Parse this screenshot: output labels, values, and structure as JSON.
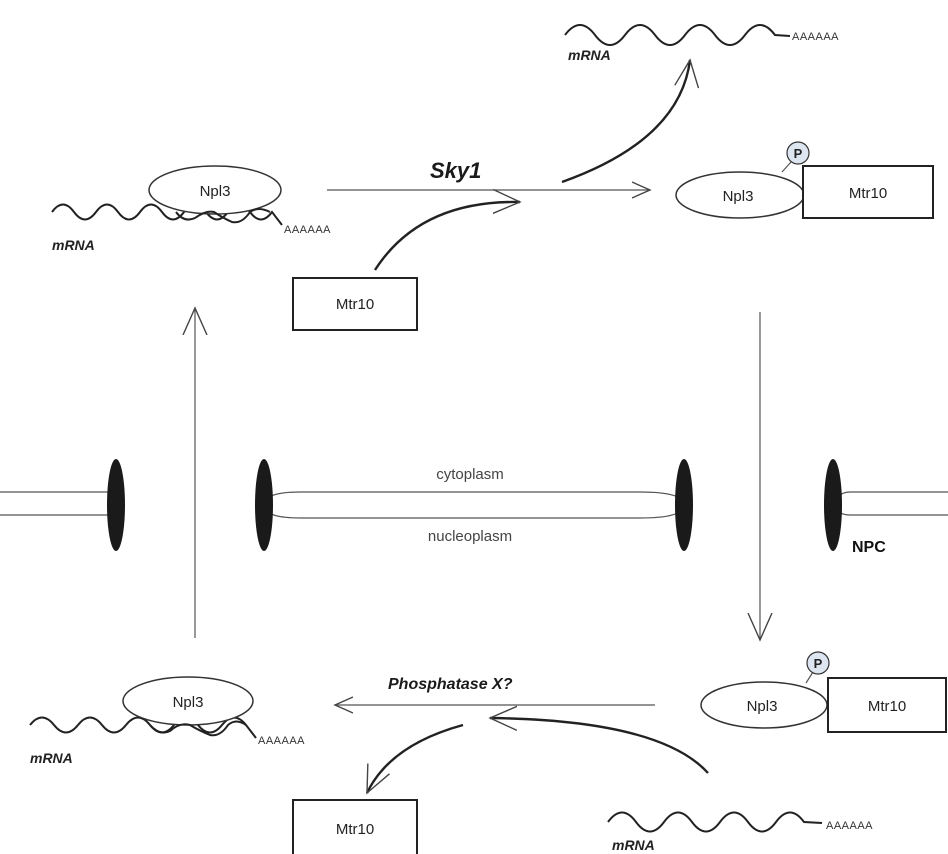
{
  "labels": {
    "mrna": "mRNA",
    "npl3": "Npl3",
    "mtr10": "Mtr10",
    "p": "P",
    "poly_a": "AAAAAA",
    "sky1": "Sky1",
    "phosphatase": "Phosphatase X?",
    "cytoplasm": "cytoplasm",
    "nucleoplasm": "nucleoplasm",
    "npc": "NPC"
  }
}
